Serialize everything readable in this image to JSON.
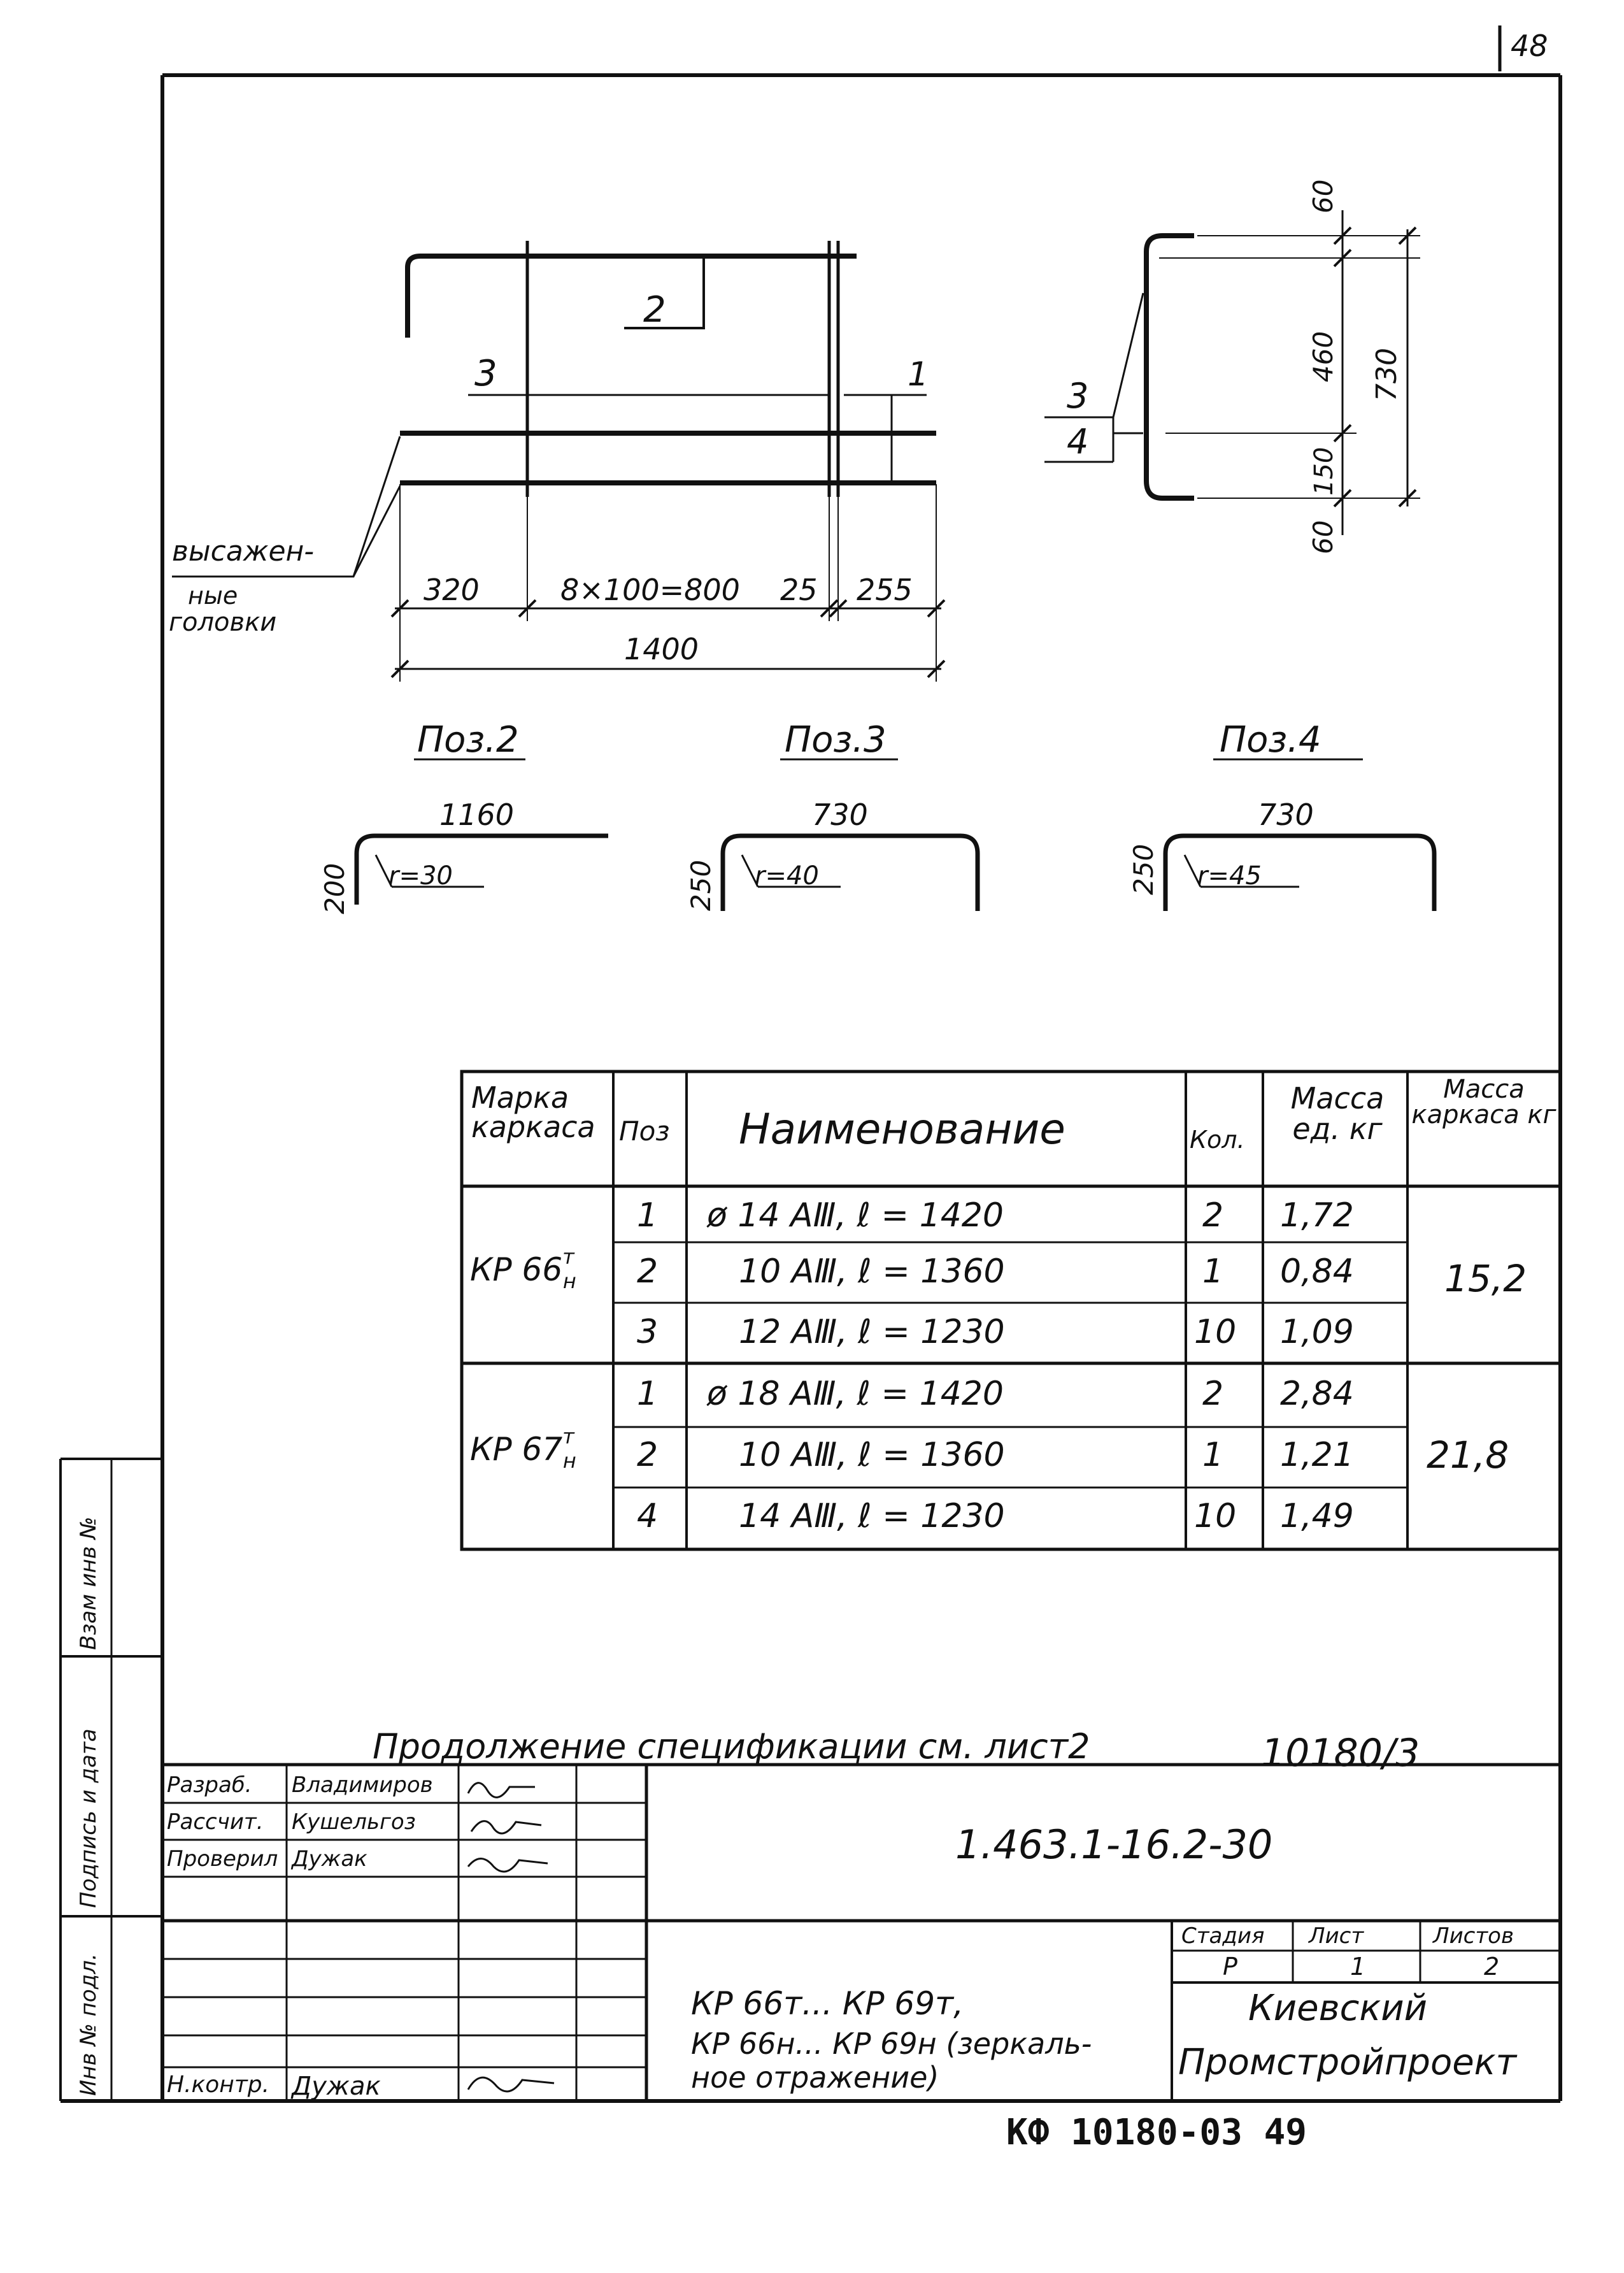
{
  "page_number": "48",
  "drawing": {
    "elevation": {
      "pos_label_top": "2",
      "pos_label_mid": "3",
      "pos_label_right": "1",
      "heads_label_line1": "высажен-",
      "heads_label_line2": "ные",
      "heads_label_line3": "головки",
      "dim_320": "320",
      "dim_800": "8×100=800",
      "dim_25": "25",
      "dim_255": "255",
      "dim_1400": "1400"
    },
    "section": {
      "label_3": "3",
      "label_4": "4",
      "dim_60_top": "60",
      "dim_460": "460",
      "dim_150": "150",
      "dim_60_bottom": "60",
      "dim_730": "730"
    },
    "bent_bars": [
      {
        "title": "Поз.2",
        "length": "1160",
        "height": "200",
        "radius": "r=30"
      },
      {
        "title": "Поз.3",
        "length": "730",
        "height": "250",
        "radius": "r=40"
      },
      {
        "title": "Поз.4",
        "length": "730",
        "height": "250",
        "radius": "r=45"
      }
    ]
  },
  "spec_table": {
    "headers": {
      "mark": "Марка каркаса",
      "pos": "Поз",
      "name": "Наименование",
      "qty": "Кол.",
      "unit_mass": "Масса ед. кг",
      "frame_mass": "Масса каркаса кг"
    },
    "groups": [
      {
        "mark": "КР 66",
        "mark_sup": "т",
        "mark_sub": "н",
        "frame_mass": "15,2",
        "rows": [
          {
            "pos": "1",
            "name": "ø 14 AⅢ, ℓ = 1420",
            "qty": "2",
            "mass": "1,72"
          },
          {
            "pos": "2",
            "name": "10 AⅢ, ℓ = 1360",
            "qty": "1",
            "mass": "0,84"
          },
          {
            "pos": "3",
            "name": "12 AⅢ, ℓ = 1230",
            "qty": "10",
            "mass": "1,09"
          }
        ]
      },
      {
        "mark": "КР 67",
        "mark_sup": "т",
        "mark_sub": "н",
        "frame_mass": "21,8",
        "rows": [
          {
            "pos": "1",
            "name": "ø 18 AⅢ, ℓ = 1420",
            "qty": "2",
            "mass": "2,84"
          },
          {
            "pos": "2",
            "name": "10 AⅢ, ℓ = 1360",
            "qty": "1",
            "mass": "1,21"
          },
          {
            "pos": "4",
            "name": "14 AⅢ, ℓ = 1230",
            "qty": "10",
            "mass": "1,49"
          }
        ]
      }
    ]
  },
  "continuation_note": "Продолжение спецификации см. лист2",
  "album_ref": "10180/3",
  "side_labels": {
    "inv_orig": "Инв № подл.",
    "sign_date": "Подпись и дата",
    "swap_inv": "Взам инв №"
  },
  "title_block": {
    "roles": [
      {
        "role": "Разраб.",
        "name": "Владимиров"
      },
      {
        "role": "Рассчит.",
        "name": "Кушельгоз"
      },
      {
        "role": "Проверил",
        "name": "Дужак"
      },
      {
        "role": "",
        "name": ""
      },
      {
        "role": "",
        "name": ""
      },
      {
        "role": "",
        "name": ""
      },
      {
        "role": "Н.контр.",
        "name": "Дужак"
      }
    ],
    "doc_code": "1.463.1-16.2-30",
    "title_line1": "КР 66т... КР 69т,",
    "title_line2": "КР 66н... КР 69н (зеркаль-",
    "title_line3": "ное отражение)",
    "stage_header": "Стадия",
    "sheet_header": "Лист",
    "sheets_header": "Листов",
    "stage": "Р",
    "sheet": "1",
    "sheets": "2",
    "org_line1": "Киевский",
    "org_line2": "Промстройпроект"
  },
  "stamp": "КФ 10180-03 49"
}
